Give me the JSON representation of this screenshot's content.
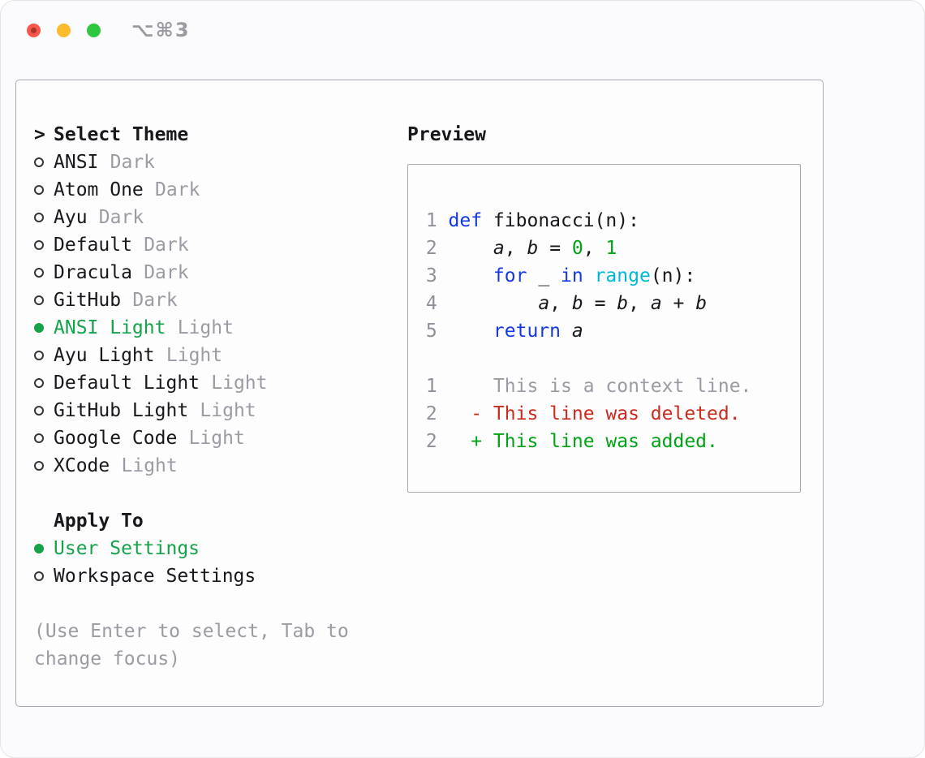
{
  "window": {
    "title": "⌥⌘3"
  },
  "colors": {
    "keyword": "#1437e6",
    "builtin": "#00b7d4",
    "number": "#00a316",
    "added": "#00a316",
    "deleted": "#cc2a1d",
    "selected": "#14a24a",
    "muted": "#9b9ba3",
    "line_number": "#90909a"
  },
  "theme_panel": {
    "prompt": ">",
    "title": "Select Theme",
    "themes": [
      {
        "name": "ANSI",
        "variant": "Dark",
        "selected": false
      },
      {
        "name": "Atom One",
        "variant": "Dark",
        "selected": false
      },
      {
        "name": "Ayu",
        "variant": "Dark",
        "selected": false
      },
      {
        "name": "Default",
        "variant": "Dark",
        "selected": false
      },
      {
        "name": "Dracula",
        "variant": "Dark",
        "selected": false
      },
      {
        "name": "GitHub",
        "variant": "Dark",
        "selected": false
      },
      {
        "name": "ANSI Light",
        "variant": "Light",
        "selected": true
      },
      {
        "name": "Ayu Light",
        "variant": "Light",
        "selected": false
      },
      {
        "name": "Default Light",
        "variant": "Light",
        "selected": false
      },
      {
        "name": "GitHub Light",
        "variant": "Light",
        "selected": false
      },
      {
        "name": "Google Code",
        "variant": "Light",
        "selected": false
      },
      {
        "name": "XCode",
        "variant": "Light",
        "selected": false
      }
    ],
    "apply_to": {
      "title": "Apply To",
      "options": [
        {
          "name": "User Settings",
          "selected": true
        },
        {
          "name": "Workspace Settings",
          "selected": false
        }
      ]
    },
    "hint": "(Use Enter to select, Tab to change focus)"
  },
  "preview": {
    "title": "Preview",
    "lines": [
      {
        "num": "1",
        "tokens": [
          {
            "t": "def",
            "c": "kw"
          },
          {
            "t": " fibonacci(n):",
            "c": "plain"
          }
        ]
      },
      {
        "num": "2",
        "tokens": [
          {
            "t": "    ",
            "c": "plain"
          },
          {
            "t": "a",
            "c": "var"
          },
          {
            "t": ", ",
            "c": "plain"
          },
          {
            "t": "b",
            "c": "var"
          },
          {
            "t": " = ",
            "c": "plain"
          },
          {
            "t": "0",
            "c": "num"
          },
          {
            "t": ", ",
            "c": "plain"
          },
          {
            "t": "1",
            "c": "num"
          }
        ]
      },
      {
        "num": "3",
        "tokens": [
          {
            "t": "    ",
            "c": "plain"
          },
          {
            "t": "for",
            "c": "kw"
          },
          {
            "t": " _ ",
            "c": "plain"
          },
          {
            "t": "in",
            "c": "kw"
          },
          {
            "t": " ",
            "c": "plain"
          },
          {
            "t": "range",
            "c": "builtin"
          },
          {
            "t": "(n):",
            "c": "plain"
          }
        ]
      },
      {
        "num": "4",
        "tokens": [
          {
            "t": "        ",
            "c": "plain"
          },
          {
            "t": "a",
            "c": "var"
          },
          {
            "t": ", ",
            "c": "plain"
          },
          {
            "t": "b",
            "c": "var"
          },
          {
            "t": " = ",
            "c": "plain"
          },
          {
            "t": "b",
            "c": "var"
          },
          {
            "t": ", ",
            "c": "plain"
          },
          {
            "t": "a",
            "c": "var"
          },
          {
            "t": " + ",
            "c": "plain"
          },
          {
            "t": "b",
            "c": "var"
          }
        ]
      },
      {
        "num": "5",
        "tokens": [
          {
            "t": "    ",
            "c": "plain"
          },
          {
            "t": "return",
            "c": "kw"
          },
          {
            "t": " ",
            "c": "plain"
          },
          {
            "t": "a",
            "c": "var"
          }
        ]
      },
      {
        "num": "",
        "tokens": []
      },
      {
        "num": "1",
        "tokens": [
          {
            "t": "    This is a context line.",
            "c": "ctx"
          }
        ]
      },
      {
        "num": "2",
        "tokens": [
          {
            "t": "  - This line was deleted.",
            "c": "del"
          }
        ]
      },
      {
        "num": "2",
        "tokens": [
          {
            "t": "  + This line was added.",
            "c": "add"
          }
        ]
      }
    ]
  }
}
